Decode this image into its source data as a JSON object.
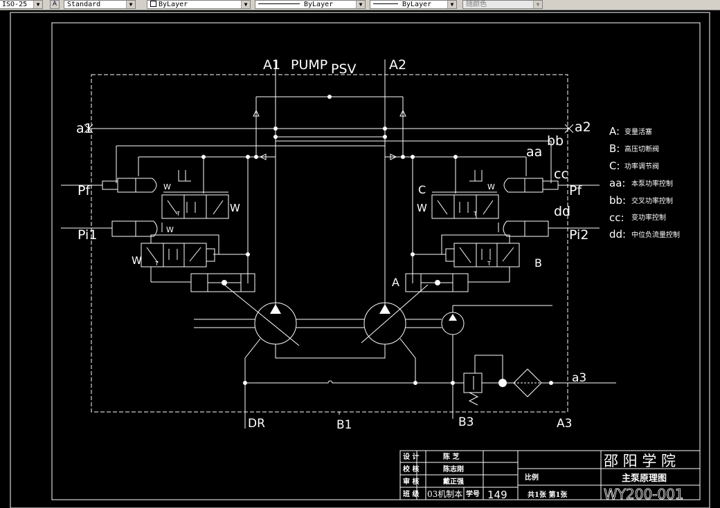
{
  "toolbar": {
    "dimstyle": "ISO-25",
    "textstyle_icon": "text-style-icon",
    "textstyle": "Standard",
    "layer": "ByLayer",
    "linetype": "ByLayer",
    "lineweight": "ByLayer",
    "plotstyle": "随颜色"
  },
  "diagram": {
    "labels": {
      "a1_top": "A1",
      "pump": "PUMP",
      "psv": "PSV",
      "a2_top": "A2",
      "a1_port": "a1",
      "a2_port": "a2",
      "bb": "bb",
      "aa": "aa",
      "cc": "cc",
      "pf_left": "Pf",
      "pf_right": "Pf",
      "pi1": "Pi1",
      "pi2": "Pi2",
      "dd": "dd",
      "c_valve": "C",
      "b_valve": "B",
      "a_valve": "A",
      "a3_port": "a3",
      "dr": "DR",
      "b1": "B1",
      "b3": "B3",
      "a3_bottom": "A3",
      "w1": "W",
      "w2": "W",
      "w3": "W",
      "w4": "W",
      "w5": "W",
      "w6": "W",
      "t1": "T",
      "t2": "T",
      "t3": "T",
      "t4": "T"
    },
    "legend": [
      {
        "key": "A:",
        "text": "变量活塞"
      },
      {
        "key": "B:",
        "text": "高压切断阀"
      },
      {
        "key": "C:",
        "text": "功率调节阀"
      },
      {
        "key": "aa:",
        "text": "本泵功率控制"
      },
      {
        "key": "bb:",
        "text": "交叉功率控制"
      },
      {
        "key": "cc:",
        "text": "变功率控制"
      },
      {
        "key": "dd:",
        "text": "中位负流量控制"
      }
    ]
  },
  "title_block": {
    "rows": [
      {
        "role": "设 计",
        "name": "陈 芝"
      },
      {
        "role": "校 核",
        "name": "陈志刚"
      },
      {
        "role": "审 核",
        "name": "戴正强"
      },
      {
        "role": "班 级",
        "name": "03机制本"
      }
    ],
    "student_no_label": "学号",
    "student_no": "149",
    "school": "邵 阳 学 院",
    "scale_label": "比例",
    "drawing_title": "主泵原理图",
    "sheets": "共1张   第1张",
    "drawing_no": "WY200-001"
  }
}
